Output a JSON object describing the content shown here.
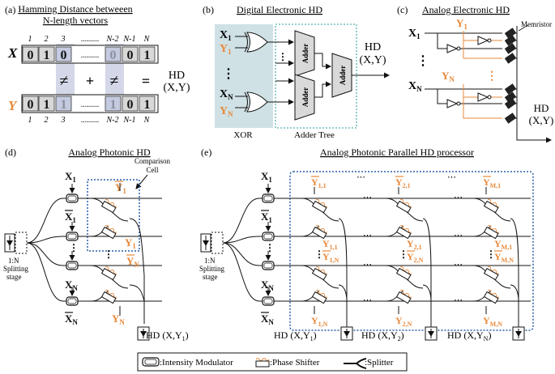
{
  "colors": {
    "accent": "#e8893a",
    "box": "#d3d7e8",
    "xor_fill": "#cfe1e5",
    "adder_fill": "#d9d9d9",
    "dash_blue": "#2a5fa8"
  },
  "panel_a": {
    "tag": "(a)",
    "title_line1": "Hamming Distance betweeen",
    "title_line2": "N-length vectors",
    "x_label": "X",
    "y_label": "Y",
    "index_labels": [
      "1",
      "2",
      "3",
      "N-2",
      "N-1",
      "N"
    ],
    "dots": ".........",
    "x_bits": [
      "0",
      "1",
      "0",
      "0",
      "0",
      "1"
    ],
    "y_bits": [
      "0",
      "1",
      "1",
      "1",
      "0",
      "1"
    ],
    "neq": "≠",
    "plus": "+",
    "equals": "=",
    "hd_line1": "HD",
    "hd_line2": "(X,Y)"
  },
  "panel_b": {
    "tag": "(b)",
    "title": "Digital Electronic HD",
    "x1": "X",
    "x1_sub": "1",
    "y1": "Y",
    "y1_sub": "1",
    "xn": "X",
    "xn_sub": "N",
    "yn": "Y",
    "yn_sub": "N",
    "vdots": "⋮",
    "adder": "Adder",
    "xor_label": "XOR",
    "tree_label": "Adder Tree",
    "hd_line1": "HD",
    "hd_line2": "(X,Y)"
  },
  "panel_c": {
    "tag": "(c)",
    "title": "Analog Electronic HD",
    "memristor": "Memristor",
    "x1": "X",
    "x1_sub": "1",
    "y1": "Y",
    "y1_sub": "1",
    "xn": "X",
    "xn_sub": "N",
    "yn": "Y",
    "yn_sub": "N",
    "vdots": "⋮",
    "hd_line1": "HD",
    "hd_line2": "(X,Y)"
  },
  "panel_d": {
    "tag": "(d)",
    "title": "Analog Photonic HD",
    "cell_line1": "Comparison",
    "cell_line2": "Cell",
    "x1": "X",
    "x1_sub": "1",
    "x1bar": "X",
    "x1bar_sub": "1",
    "xn": "X",
    "xn_sub": "N",
    "xnbar": "X",
    "xnbar_sub": "N",
    "y1bar": "Y",
    "y1bar_sub": "1",
    "y1": "Y",
    "y1_sub": "1",
    "ynbar": "Y",
    "ynbar_sub": "N",
    "yn": "Y",
    "yn_sub": "N",
    "split_line1": "1:N",
    "split_line2": "Splitting",
    "split_line3": "stage",
    "vdots": "⋮",
    "hd": "HD (X,Y",
    "hd_sub": "1",
    "hd_close": ")"
  },
  "panel_e": {
    "tag": "(e)",
    "title": "Analog Photonic Parallel HD processor",
    "x1": "X",
    "x1_sub": "1",
    "x1bar": "X",
    "x1bar_sub": "1",
    "xn": "X",
    "xn_sub": "N",
    "xnbar": "X",
    "xnbar_sub": "N",
    "split_line1": "1:N",
    "split_line2": "Splitting",
    "split_line3": "stage",
    "vdots": "⋮",
    "hdots": "⋯",
    "col_top": [
      {
        "label": "Y",
        "sub": "1,1"
      },
      {
        "label": "Y",
        "sub": "2,1"
      },
      {
        "label": "Y",
        "sub": "M,1"
      }
    ],
    "col_mid_a": [
      {
        "label": "Y",
        "sub": "1,1"
      },
      {
        "label": "Y",
        "sub": "2,1"
      },
      {
        "label": "Y",
        "sub": "M,1"
      }
    ],
    "col_mid_b": [
      {
        "label": "Y",
        "sub": "1,N"
      },
      {
        "label": "Y",
        "sub": "2,N"
      },
      {
        "label": "Y",
        "sub": "M,N"
      }
    ],
    "col_bot": [
      {
        "label": "Y",
        "sub": "1,N"
      },
      {
        "label": "Y",
        "sub": "2,N"
      },
      {
        "label": "Y",
        "sub": "M,N"
      }
    ],
    "hd_outputs": [
      {
        "text": "HD (X,Y",
        "sub": "1",
        "close": ")"
      },
      {
        "text": "HD (X,Y",
        "sub": "2",
        "close": ")"
      },
      {
        "text": "HD (X,Y",
        "sub": "N",
        "close": ")"
      }
    ]
  },
  "legend": {
    "modulator": ":Intensity Modulator",
    "phase_shifter": ":Phase Shifter",
    "splitter": ":Splitter"
  }
}
